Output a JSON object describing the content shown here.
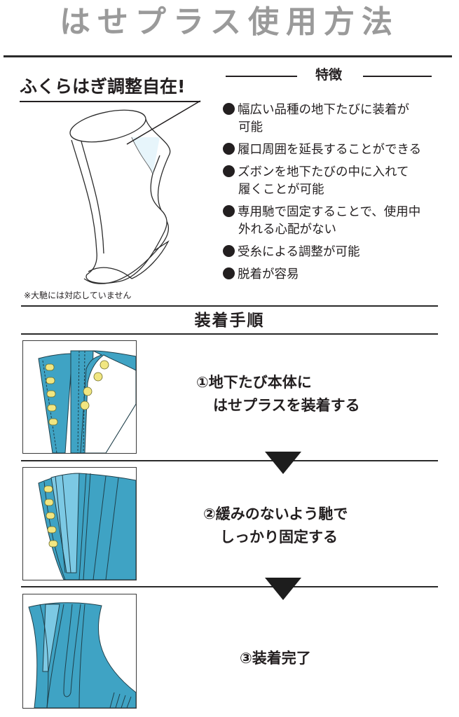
{
  "title": "はせプラス使用方法",
  "calf": {
    "heading": "ふくらはぎ調整自在!",
    "note": "※大馳には対応していません"
  },
  "features": {
    "heading": "特徴",
    "items": [
      {
        "line1": "幅広い品種の地下たびに装着が",
        "line2": "可能"
      },
      {
        "line1": "履口周囲を延長することができる",
        "line2": ""
      },
      {
        "line1": "ズボンを地下たびの中に入れて",
        "line2": "履くことが可能"
      },
      {
        "line1": "専用馳で固定することで、使用中",
        "line2": "外れる心配がない"
      },
      {
        "line1": "受糸による調整が可能",
        "line2": ""
      },
      {
        "line1": "脱着が容易",
        "line2": ""
      }
    ]
  },
  "steps": {
    "heading": "装着手順",
    "items": [
      {
        "line1": "①地下たび本体に",
        "line2": "はせプラスを装着する"
      },
      {
        "line1": "②緩みのないよう馳で",
        "line2": "しっかり固定する"
      },
      {
        "line1": "③装着完了",
        "line2": ""
      }
    ]
  },
  "colors": {
    "title_gray": "#9a9a9a",
    "fabric_blue": "#3fa3c4",
    "fabric_light_blue": "#7cc9e4",
    "hook_yellow": "#f1e681",
    "text": "#231f20"
  }
}
